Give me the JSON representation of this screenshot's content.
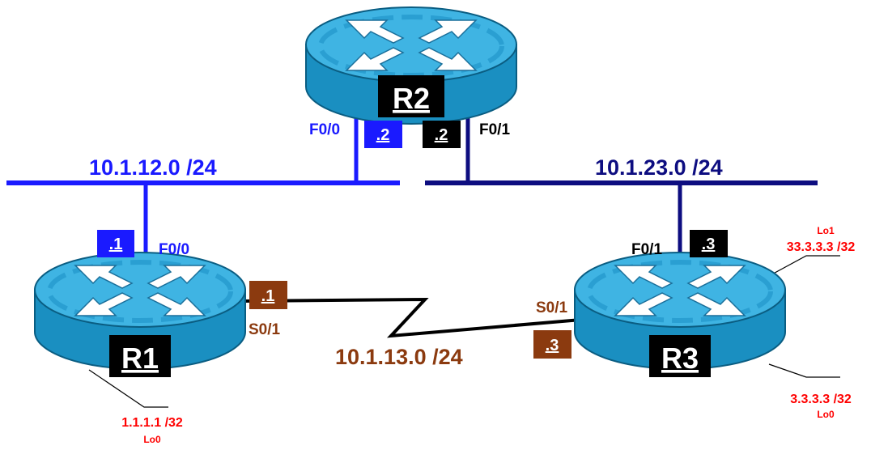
{
  "colors": {
    "net12": "#1a1aff",
    "net23": "#0d0d80",
    "serial": "#8b3a0f",
    "badge_dark": "#000000",
    "loopback": "#ff0000",
    "router_body": "#1a8fc1",
    "router_top": "#3fb4e3"
  },
  "routers": {
    "r1": {
      "name": "R1"
    },
    "r2": {
      "name": "R2"
    },
    "r3": {
      "name": "R3"
    }
  },
  "networks": {
    "net12": {
      "label": "10.1.12.0 /24"
    },
    "net23": {
      "label": "10.1.23.0 /24"
    },
    "net13": {
      "label": "10.1.13.0 /24"
    }
  },
  "interfaces": {
    "r2_f00": "F0/0",
    "r2_f01": "F0/1",
    "r1_f00": "F0/0",
    "r1_s01": "S0/1",
    "r3_f01": "F0/1",
    "r3_s01": "S0/1"
  },
  "host_ids": {
    "r2_net12": ".2",
    "r2_net23": ".2",
    "r1_net12": ".1",
    "r1_net13": ".1",
    "r3_net23": ".3",
    "r3_net13": ".3"
  },
  "loopbacks": {
    "r1_lo0": {
      "name": "Lo0",
      "ip": "1.1.1.1 /32"
    },
    "r3_lo1": {
      "name": "Lo1",
      "ip": "33.3.3.3 /32"
    },
    "r3_lo0": {
      "name": "Lo0",
      "ip": "3.3.3.3 /32"
    }
  }
}
